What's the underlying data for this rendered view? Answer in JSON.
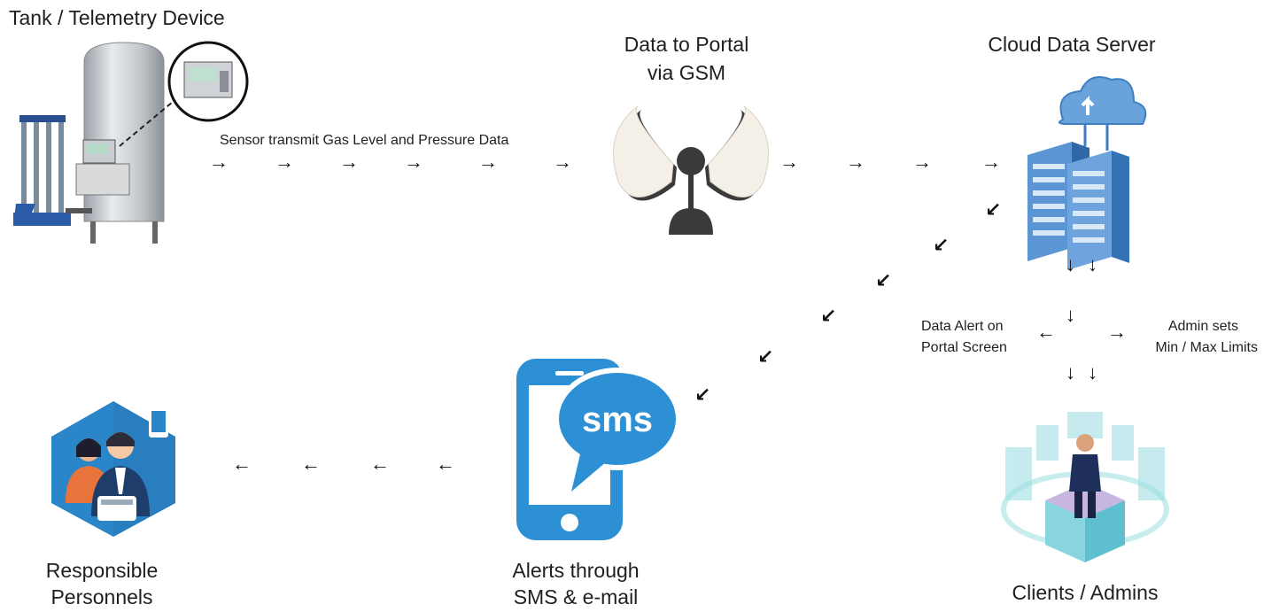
{
  "nodes": {
    "tank": {
      "title": "Tank / Telemetry Device"
    },
    "gsm": {
      "title_line1": "Data to Portal",
      "title_line2": "via GSM"
    },
    "cloud": {
      "title": "Cloud Data Server"
    },
    "clients": {
      "title": "Clients / Admins"
    },
    "sms": {
      "icon_text": "sms",
      "title_line1": "Alerts through",
      "title_line2": "SMS & e-mail"
    },
    "personnel": {
      "title_line1": "Responsible",
      "title_line2": "Personnels"
    }
  },
  "edges": {
    "sensor_label": "Sensor transmit Gas Level and Pressure Data",
    "alert_line1": "Data Alert on",
    "alert_line2": "Portal Screen",
    "admin_line1": "Admin sets",
    "admin_line2": "Min / Max Limits"
  },
  "icons": {
    "right": "→",
    "left": "←",
    "down": "↓",
    "down_left": "↙"
  },
  "colors": {
    "sms_blue": "#2d8fd4",
    "personnel_blue": "#2b86c9",
    "server_blue": "#4d8ed1",
    "antenna_gray": "#3a3a3a"
  }
}
